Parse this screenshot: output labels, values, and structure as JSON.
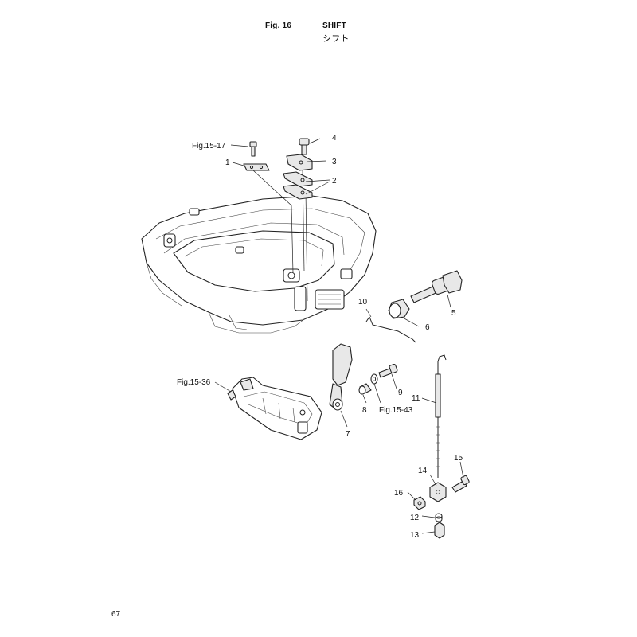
{
  "header": {
    "figure_number": "Fig. 16",
    "title": "SHIFT",
    "title_jp": "シフト"
  },
  "page_number": "67",
  "callouts": {
    "c1": "1",
    "c2": "2",
    "c3": "3",
    "c4": "4",
    "c5": "5",
    "c6": "6",
    "c7": "7",
    "c8": "8",
    "c9": "9",
    "c10": "10",
    "c11": "11",
    "c12": "12",
    "c13": "13",
    "c14": "14",
    "c15": "15",
    "c16": "16"
  },
  "references": {
    "r1517": "Fig.15-17",
    "r1536": "Fig.15-36",
    "r1543": "Fig.15-43"
  }
}
